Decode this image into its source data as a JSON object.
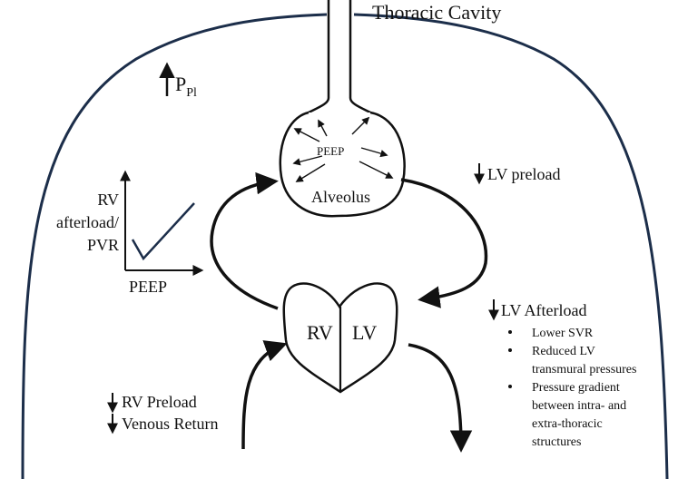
{
  "title": "Thoracic Cavity",
  "pleural_pressure": {
    "base": "P",
    "sub": "Pl"
  },
  "alveolus": {
    "label": "Alveolus",
    "inner_label": "PEEP"
  },
  "lv_preload": "LV preload",
  "inset_graph": {
    "ylabel_lines": [
      "RV",
      "afterload/",
      "PVR"
    ],
    "xlabel": "PEEP"
  },
  "heart": {
    "rv": "RV",
    "lv": "LV"
  },
  "lv_afterload": {
    "heading": "LV Afterload",
    "bullets": [
      [
        "Lower SVR"
      ],
      [
        "Reduced LV",
        "transmural pressures"
      ],
      [
        "Pressure gradient",
        "between intra- and",
        "extra-thoracic",
        "structures"
      ]
    ]
  },
  "rv_preload": "RV Preload",
  "venous_return": "Venous Return"
}
